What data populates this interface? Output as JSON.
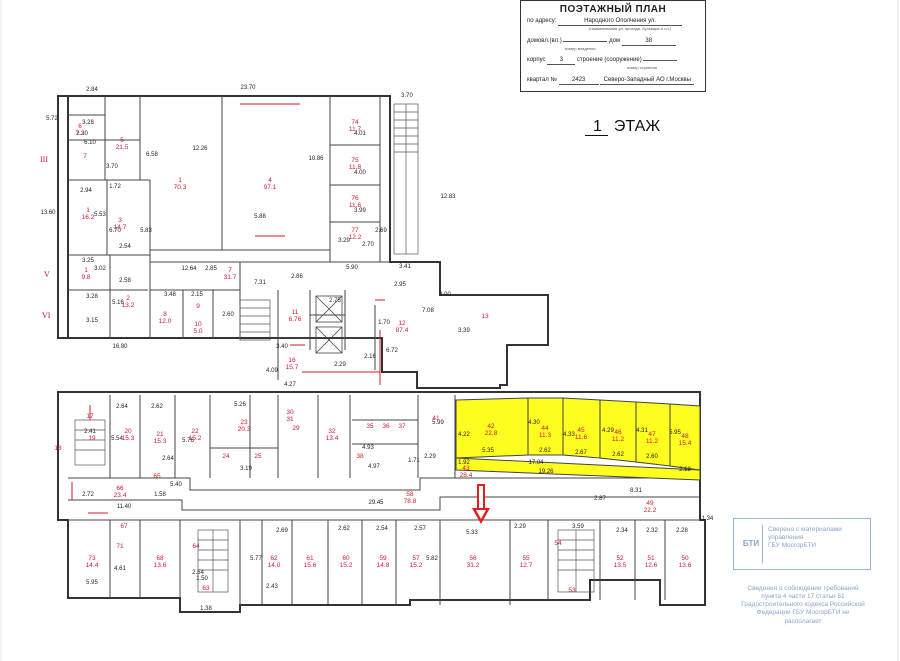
{
  "title_block": {
    "title": "ПОЭТАЖНЫЙ ПЛАН",
    "address_label": "по адресу:",
    "address_value": "Народного Ополчения ул.",
    "address_sub": "(наименование ул, проезда, бульвара и т.п.)",
    "house_label": "домовл.(вл.)",
    "house_mid": "дом",
    "house_value": "38",
    "house_sub": "номер владения",
    "korpus_label": "корпус",
    "korpus_value": "3",
    "building_label": "строение (сооружение)",
    "building_sub": "номер строения",
    "quarter_label": "квартал №",
    "quarter_value": "2423",
    "district_value": "Северо-Западный АО г.Москвы"
  },
  "floor": {
    "number": "1",
    "label": "ЭТАЖ"
  },
  "stamp": {
    "inner": "БТИ",
    "lines": [
      "Сверено с материалами",
      "управления",
      "ГБУ МосгорБТИ"
    ]
  },
  "compliance_note": "Сведения о соблюдении требований пункта 4 части 17 статьи 51 Градостроительного кодекса Российской Федерации ГБУ МосгорБТИ не располагает",
  "colors": {
    "highlight": "#fdfd1f",
    "room_number": "#d2182f",
    "wall": "#333333",
    "dimension": "#222222",
    "arrow": "#e02020",
    "stamp": "#8aa3c9"
  },
  "highlighted_rooms": [
    {
      "num": "42",
      "area": "22.8"
    },
    {
      "num": "44",
      "area": "11.3"
    },
    {
      "num": "45",
      "area": "11.6"
    },
    {
      "num": "46",
      "area": "11.2"
    },
    {
      "num": "47",
      "area": "11.2"
    },
    {
      "num": "48",
      "area": "15.4"
    }
  ],
  "rooms": [
    {
      "num": "6",
      "area": "7.2"
    },
    {
      "num": "5",
      "area": "21.5"
    },
    {
      "num": "1",
      "area": "70.3"
    },
    {
      "num": "4",
      "area": "97.1"
    },
    {
      "num": "74",
      "area": "11.7"
    },
    {
      "num": "75",
      "area": "11.8"
    },
    {
      "num": "76",
      "area": "11.6"
    },
    {
      "num": "77",
      "area": "12.2"
    },
    {
      "num": "7",
      "area": ""
    },
    {
      "num": "1",
      "area": "16.2"
    },
    {
      "num": "3",
      "area": "14.7"
    },
    {
      "num": "1",
      "area": "9.8"
    },
    {
      "num": "2",
      "area": "13.2"
    },
    {
      "num": "8",
      "area": "12.0"
    },
    {
      "num": "9",
      "area": ""
    },
    {
      "num": "10",
      "area": "5.0"
    },
    {
      "num": "7",
      "area": "31.7"
    },
    {
      "num": "11",
      "area": "6.76"
    },
    {
      "num": "12",
      "area": "87.4"
    },
    {
      "num": "16",
      "area": "15.7"
    },
    {
      "num": "13",
      "area": ""
    },
    {
      "num": "17",
      "area": ""
    },
    {
      "num": "18",
      "area": ""
    },
    {
      "num": "19",
      "area": ""
    },
    {
      "num": "20",
      "area": "15.3"
    },
    {
      "num": "21",
      "area": "15.3"
    },
    {
      "num": "22",
      "area": "15.2"
    },
    {
      "num": "23",
      "area": "20.3"
    },
    {
      "num": "24",
      "area": ""
    },
    {
      "num": "25",
      "area": ""
    },
    {
      "num": "29",
      "area": ""
    },
    {
      "num": "30",
      "area": "31"
    },
    {
      "num": "32",
      "area": "13.4"
    },
    {
      "num": "35",
      "area": ""
    },
    {
      "num": "36",
      "area": ""
    },
    {
      "num": "37",
      "area": ""
    },
    {
      "num": "38",
      "area": ""
    },
    {
      "num": "41",
      "area": ""
    },
    {
      "num": "43",
      "area": "28.4"
    },
    {
      "num": "49",
      "area": "22.2"
    },
    {
      "num": "50",
      "area": "13.6"
    },
    {
      "num": "51",
      "area": "12.6"
    },
    {
      "num": "52",
      "area": "13.5"
    },
    {
      "num": "53",
      "area": ""
    },
    {
      "num": "54",
      "area": ""
    },
    {
      "num": "55",
      "area": "12.7"
    },
    {
      "num": "56",
      "area": "31.2"
    },
    {
      "num": "57",
      "area": "15.2"
    },
    {
      "num": "58",
      "area": "78.8"
    },
    {
      "num": "59",
      "area": "14.8"
    },
    {
      "num": "60",
      "area": "15.2"
    },
    {
      "num": "61",
      "area": "15.6"
    },
    {
      "num": "62",
      "area": "14.0"
    },
    {
      "num": "63",
      "area": ""
    },
    {
      "num": "64",
      "area": ""
    },
    {
      "num": "65",
      "area": ""
    },
    {
      "num": "66",
      "area": "23.4"
    },
    {
      "num": "67",
      "area": ""
    },
    {
      "num": "68",
      "area": "13.6"
    },
    {
      "num": "71",
      "area": ""
    },
    {
      "num": "73",
      "area": "14.4"
    }
  ],
  "dimensions": [
    "2.84",
    "23.70",
    "3.70",
    "5.72",
    "3.28",
    "2.30",
    "6.10",
    "3.70",
    "6.58",
    "12.26",
    "10.86",
    "4.01",
    "4.00",
    "3.99",
    "3.29",
    "2.70",
    "2.69",
    "12.83",
    "13.60",
    "2.94",
    "1.72",
    "5.53",
    "6.70",
    "2.54",
    "5.83",
    "5.88",
    "3.25",
    "3.02",
    "2.58",
    "12.64",
    "2.85",
    "2.86",
    "5.90",
    "3.41",
    "2.95",
    "7.31",
    "3.28",
    "3.15",
    "5.16",
    "3.48",
    "2.15",
    "2.60",
    "2.75",
    "9.00",
    "7.08",
    "3.39",
    "16.80",
    "3.40",
    "4.09",
    "4.27",
    "1.70",
    "6.72",
    "2.16",
    "2.29",
    "5.26",
    "2.64",
    "2.62",
    "2.41",
    "5.54",
    "5.76",
    "2.64",
    "3.19",
    "5.99",
    "4.93",
    "4.97",
    "2.29",
    "1.71",
    "1.92",
    "5.35",
    "17.04",
    "2.62",
    "2.67",
    "2.62",
    "2.60",
    "19.26",
    "2.12",
    "4.22",
    "4.30",
    "4.33",
    "4.29",
    "4.31",
    "5.95",
    "8.31",
    "2.87",
    "11.34",
    "5.40",
    "1.58",
    "2.72",
    "11.40",
    "29.45",
    "2.69",
    "2.62",
    "2.54",
    "2.57",
    "5.33",
    "2.29",
    "3.59",
    "2.34",
    "2.32",
    "2.28",
    "4.61",
    "5.95",
    "2.54",
    "1.50",
    "5.77",
    "2.43",
    "5.82",
    "1.38"
  ]
}
